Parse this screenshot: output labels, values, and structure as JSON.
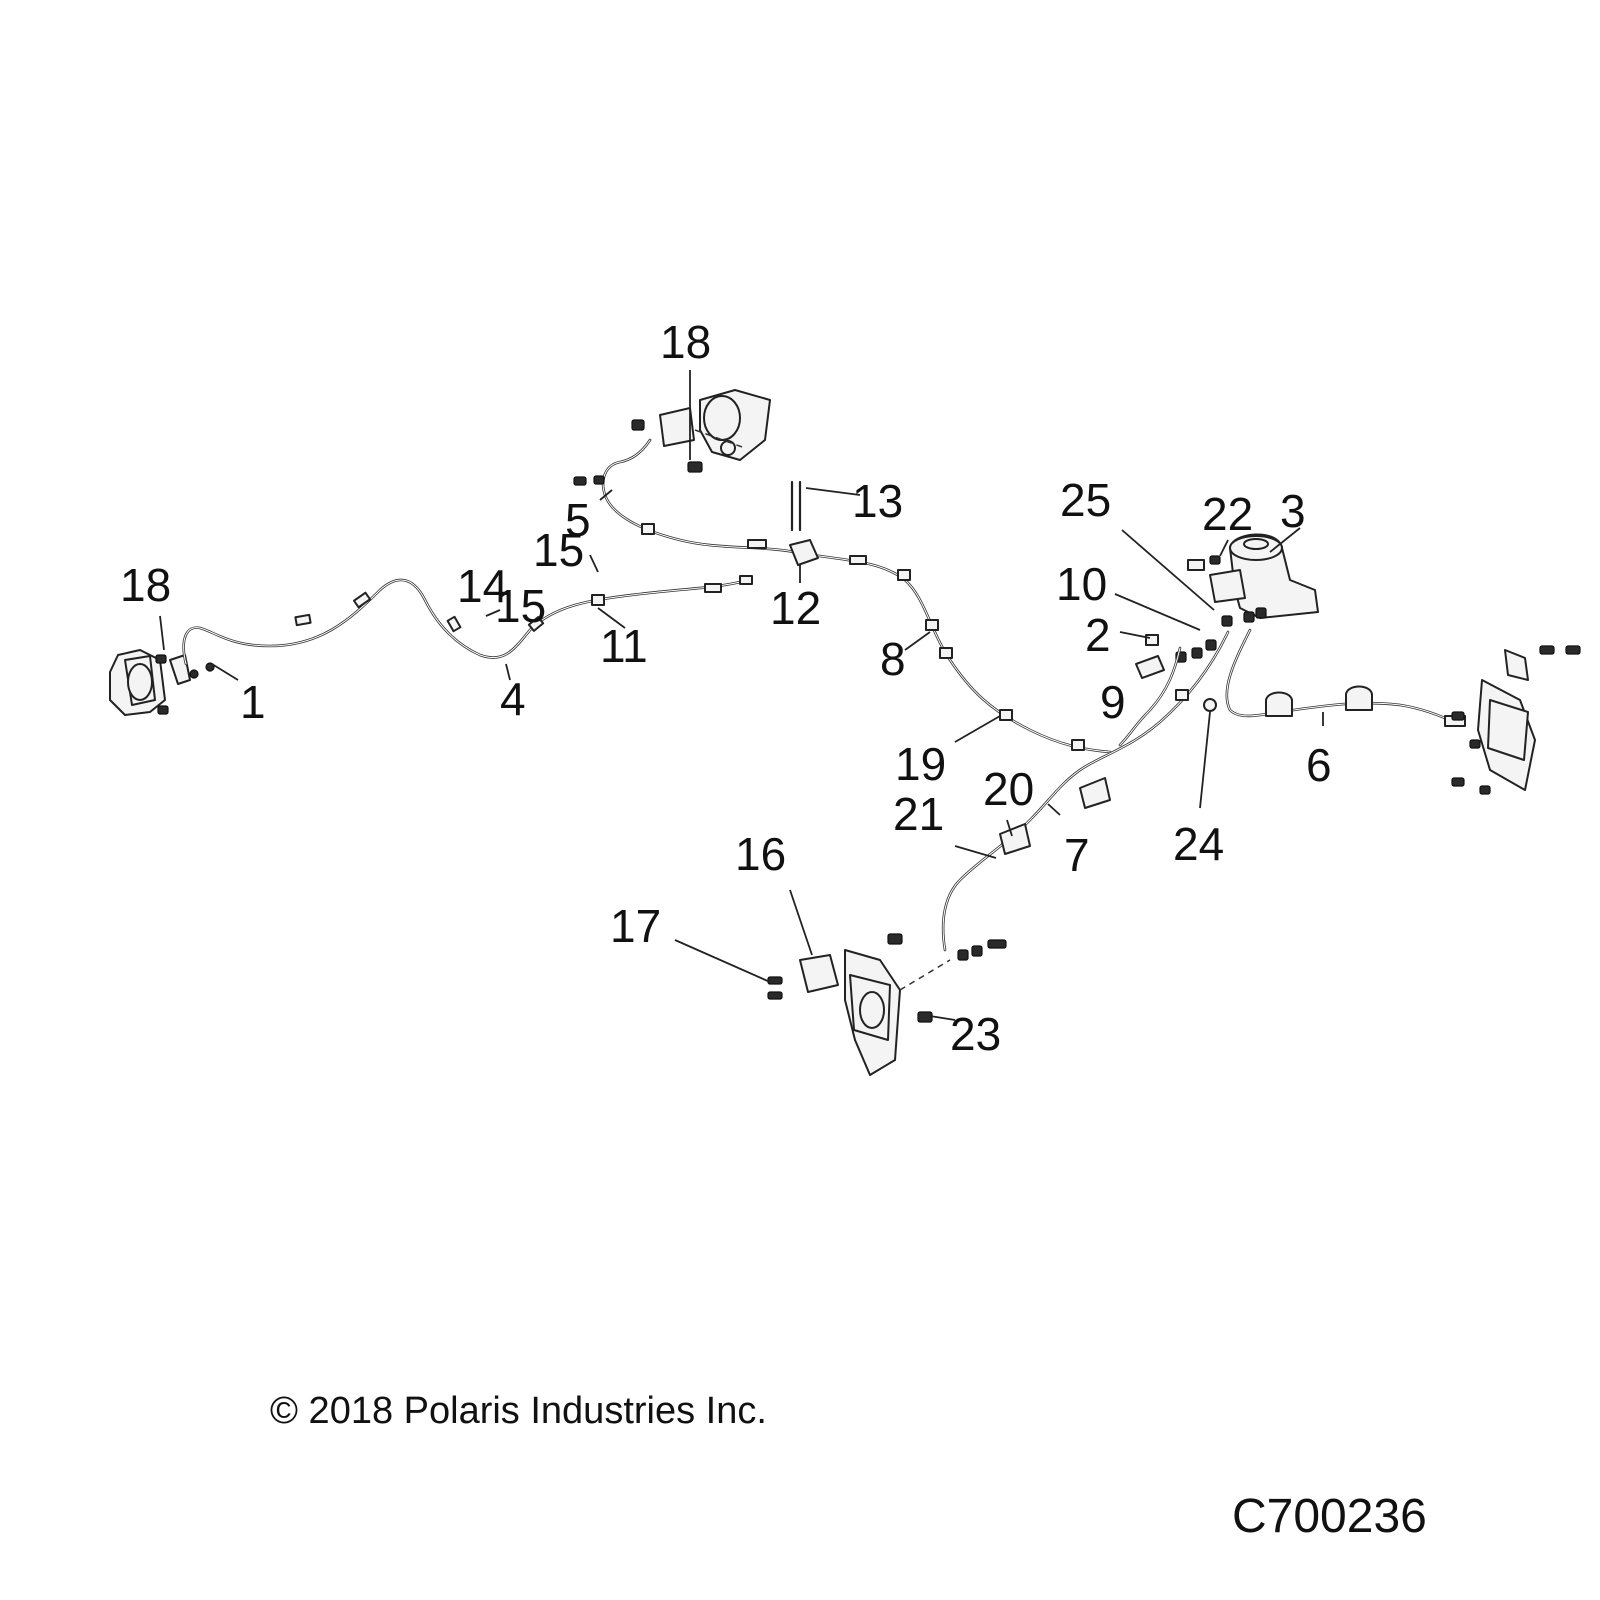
{
  "copyright": "© 2018 Polaris Industries Inc.",
  "figure_id": "C700236",
  "callouts": [
    {
      "label": "1"
    },
    {
      "label": "2"
    },
    {
      "label": "3"
    },
    {
      "label": "4"
    },
    {
      "label": "5"
    },
    {
      "label": "6"
    },
    {
      "label": "7"
    },
    {
      "label": "8"
    },
    {
      "label": "9"
    },
    {
      "label": "10"
    },
    {
      "label": "11"
    },
    {
      "label": "12"
    },
    {
      "label": "13"
    },
    {
      "label": "14"
    },
    {
      "label": "15"
    },
    {
      "label": "15"
    },
    {
      "label": "16"
    },
    {
      "label": "17"
    },
    {
      "label": "18"
    },
    {
      "label": "18"
    },
    {
      "label": "19"
    },
    {
      "label": "20"
    },
    {
      "label": "21"
    },
    {
      "label": "22"
    },
    {
      "label": "23"
    },
    {
      "label": "24"
    },
    {
      "label": "25"
    }
  ]
}
